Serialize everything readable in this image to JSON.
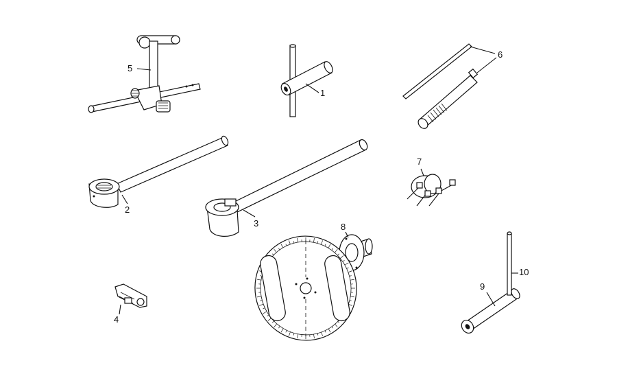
{
  "diagram": {
    "parts": [
      {
        "id": "part-1",
        "label": "1"
      },
      {
        "id": "part-2",
        "label": "2"
      },
      {
        "id": "part-3",
        "label": "3"
      },
      {
        "id": "part-4",
        "label": "4"
      },
      {
        "id": "part-5",
        "label": "5"
      },
      {
        "id": "part-6",
        "label": "6"
      },
      {
        "id": "part-7",
        "label": "7"
      },
      {
        "id": "part-8",
        "label": "8"
      },
      {
        "id": "part-9",
        "label": "9"
      },
      {
        "id": "part-10",
        "label": "10"
      }
    ]
  }
}
